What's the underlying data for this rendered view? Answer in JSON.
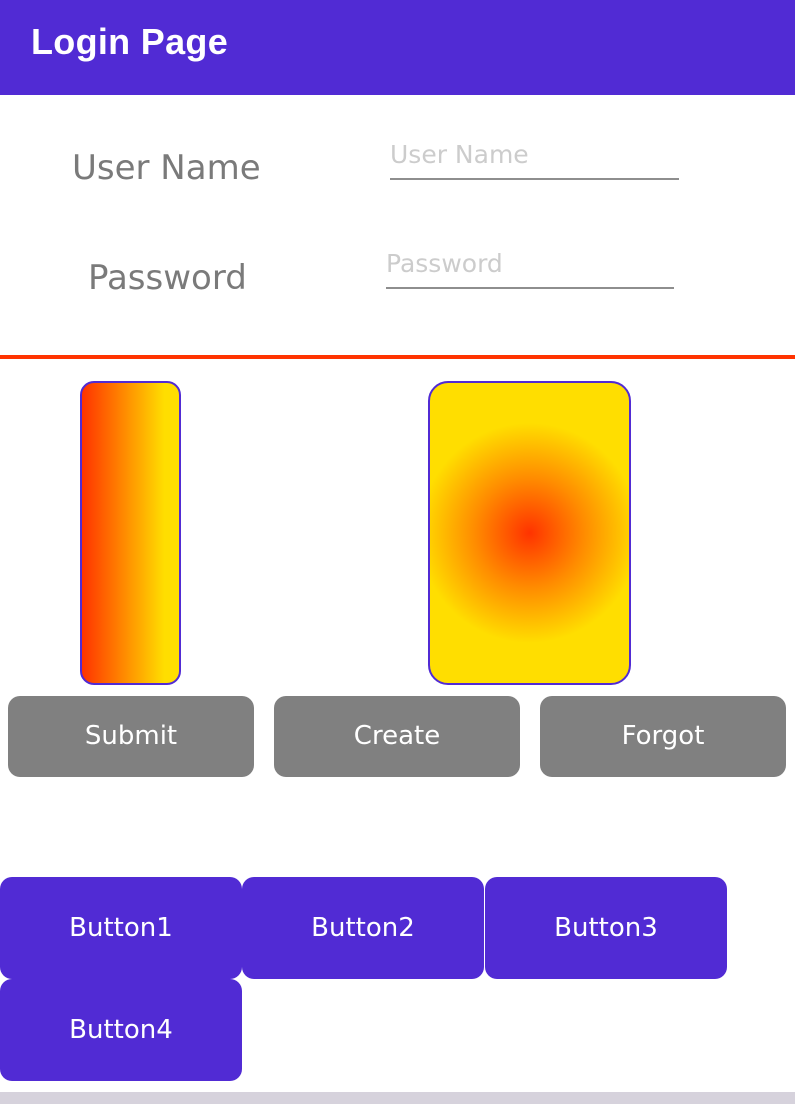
{
  "app": {
    "title": "Login Page",
    "colors": {
      "primary": "#512bd4",
      "divider": "#ff3300",
      "gray_button": "#808080",
      "gradient_start": "#ff3300",
      "gradient_end": "#ffde00"
    }
  },
  "form": {
    "username_label": "User Name",
    "username_placeholder": "User Name",
    "username_value": "",
    "password_label": "Password",
    "password_placeholder": "Password",
    "password_value": ""
  },
  "actions": {
    "submit_label": "Submit",
    "create_label": "Create",
    "forgot_label": "Forgot"
  },
  "grid_buttons": {
    "button1": "Button1",
    "button2": "Button2",
    "button3": "Button3",
    "button4": "Button4"
  }
}
